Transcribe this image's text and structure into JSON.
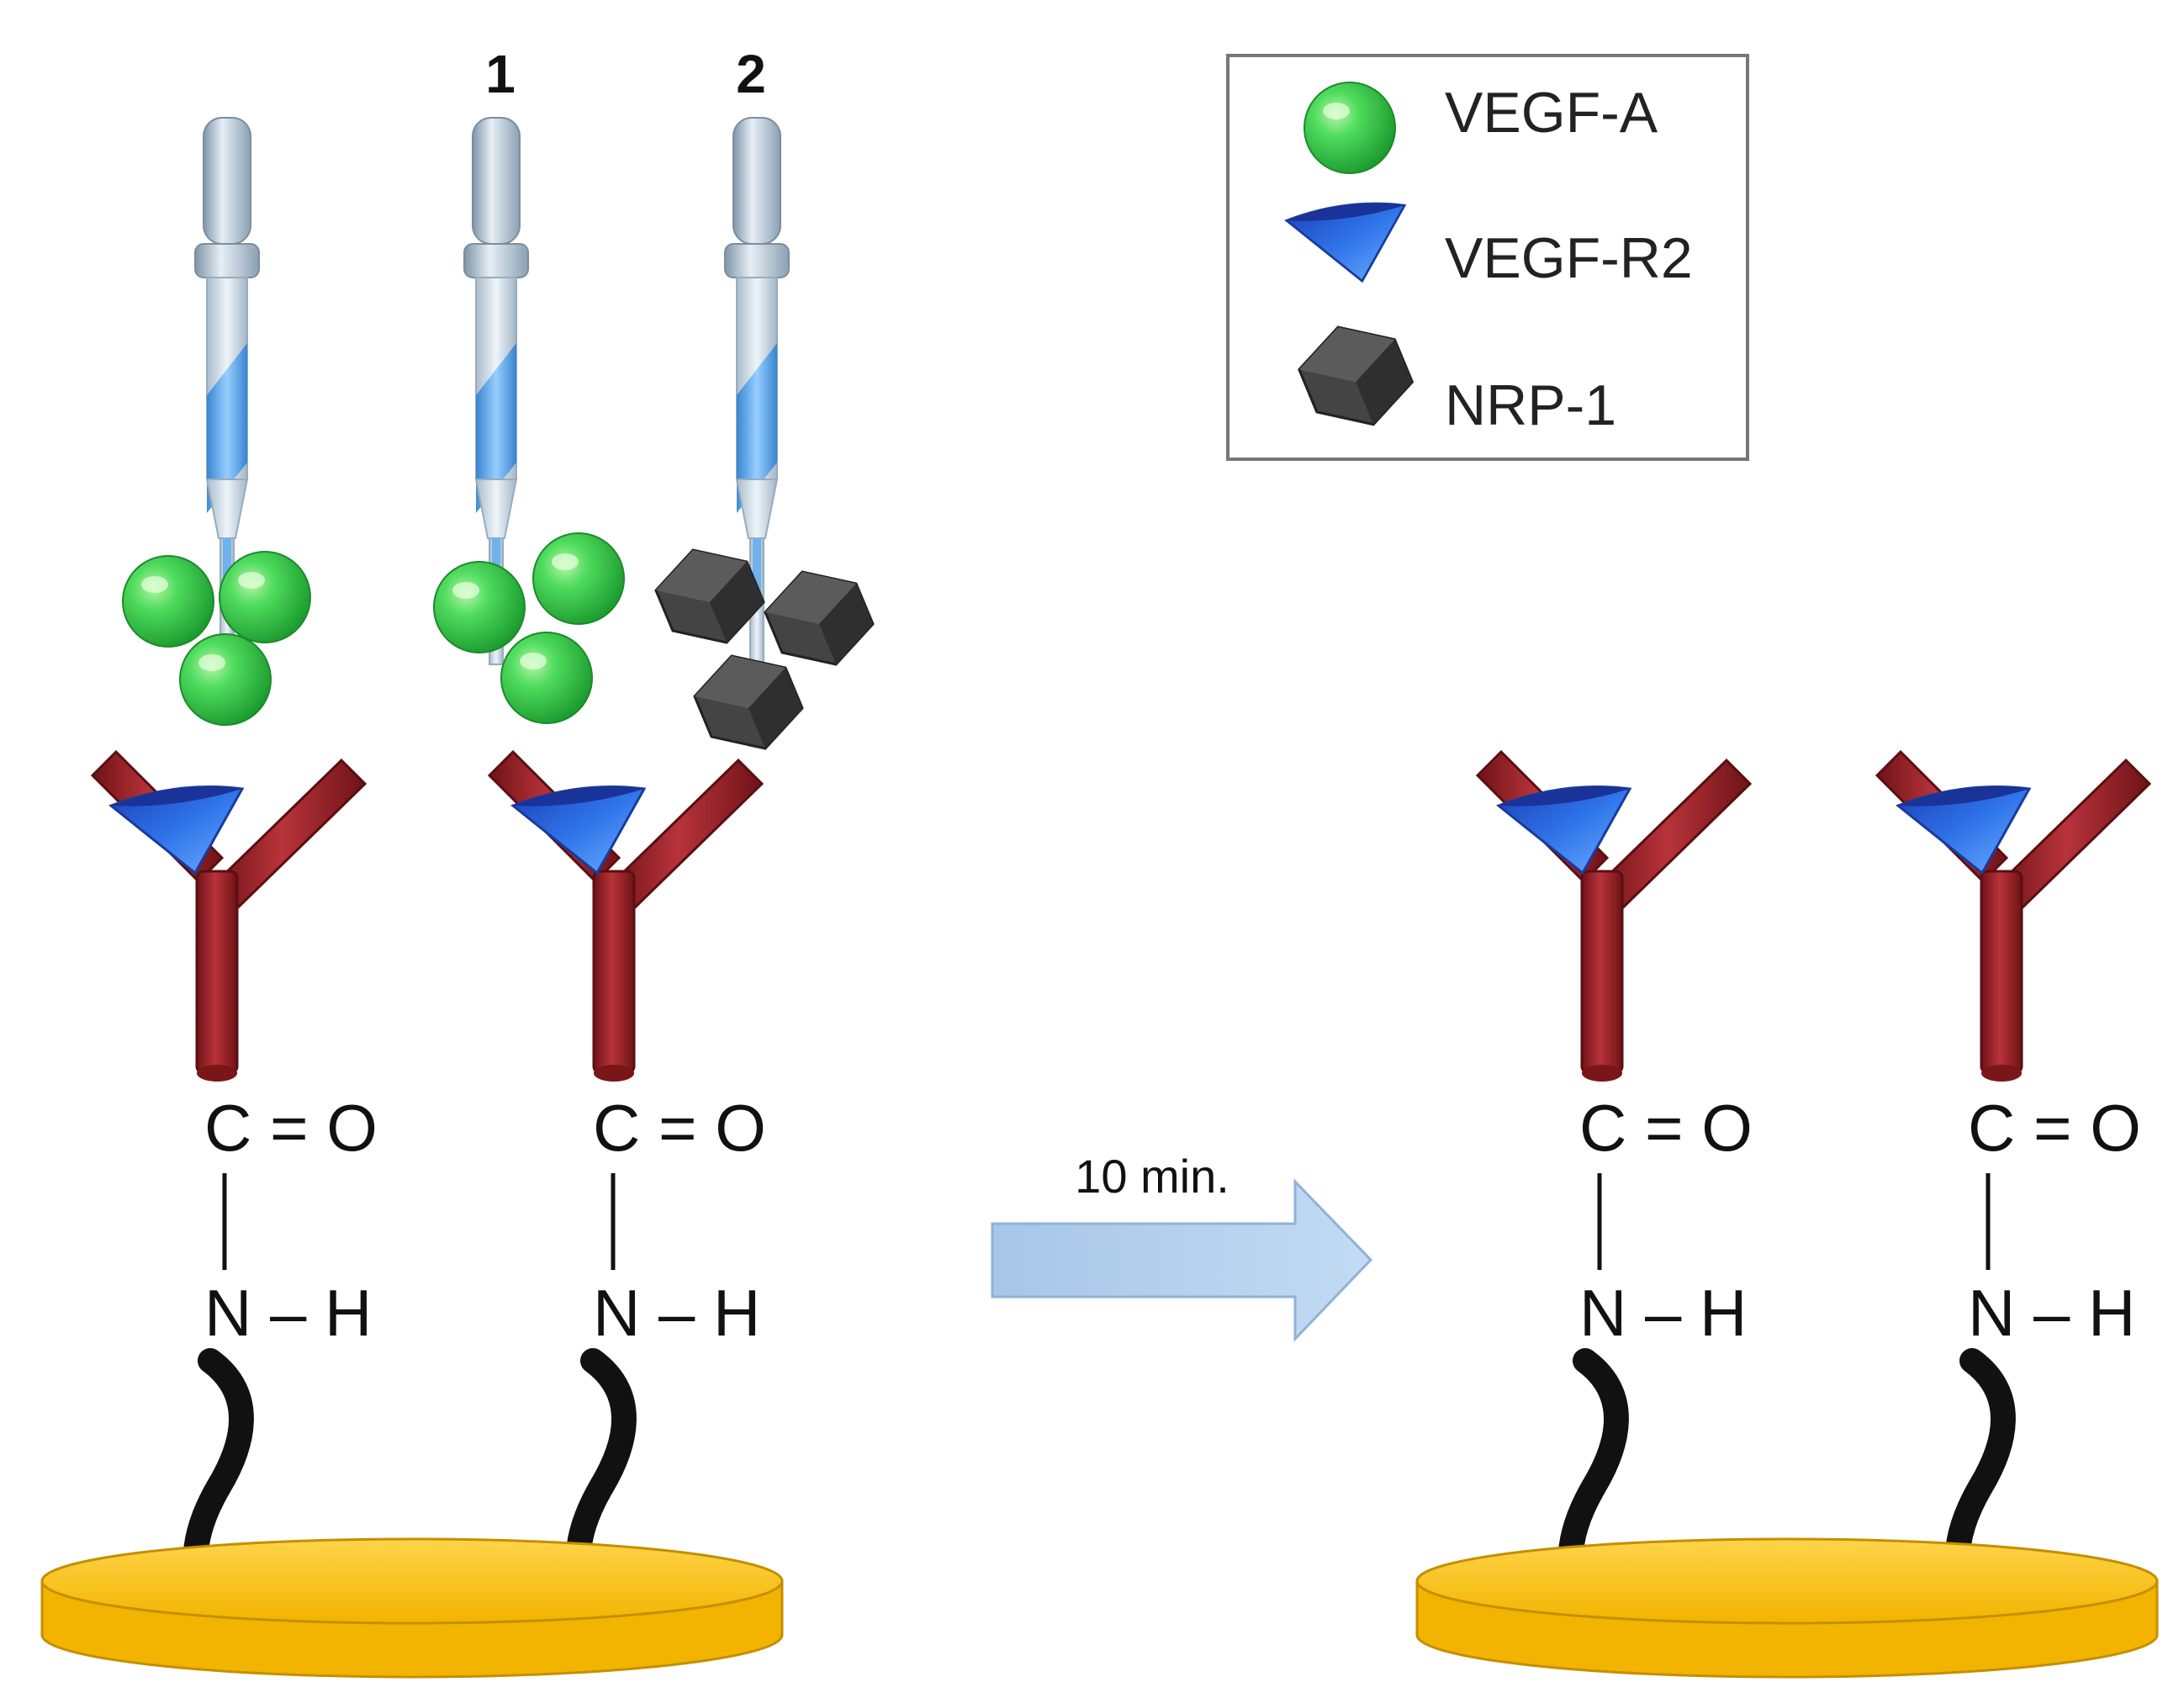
{
  "legend": {
    "items": [
      {
        "label": "VEGF-A",
        "icon": "green-sphere-icon"
      },
      {
        "label": "VEGF-R2",
        "icon": "blue-cone-icon"
      },
      {
        "label": "NRP-1",
        "icon": "black-block-icon"
      }
    ]
  },
  "tubes": [
    {
      "label": ""
    },
    {
      "label": "1"
    },
    {
      "label": "2"
    }
  ],
  "chemistry": {
    "carbonyl": "C = O",
    "amine": "N – H"
  },
  "arrow": {
    "label": "10 min."
  },
  "colors": {
    "vegf_a": "#2ec84a",
    "vegf_r2": "#2f73e8",
    "nrp1": "#3a3a3a",
    "antibody": "#9b1f23",
    "gold_surface": "#f8be12",
    "arrow": "#aecbe9"
  }
}
